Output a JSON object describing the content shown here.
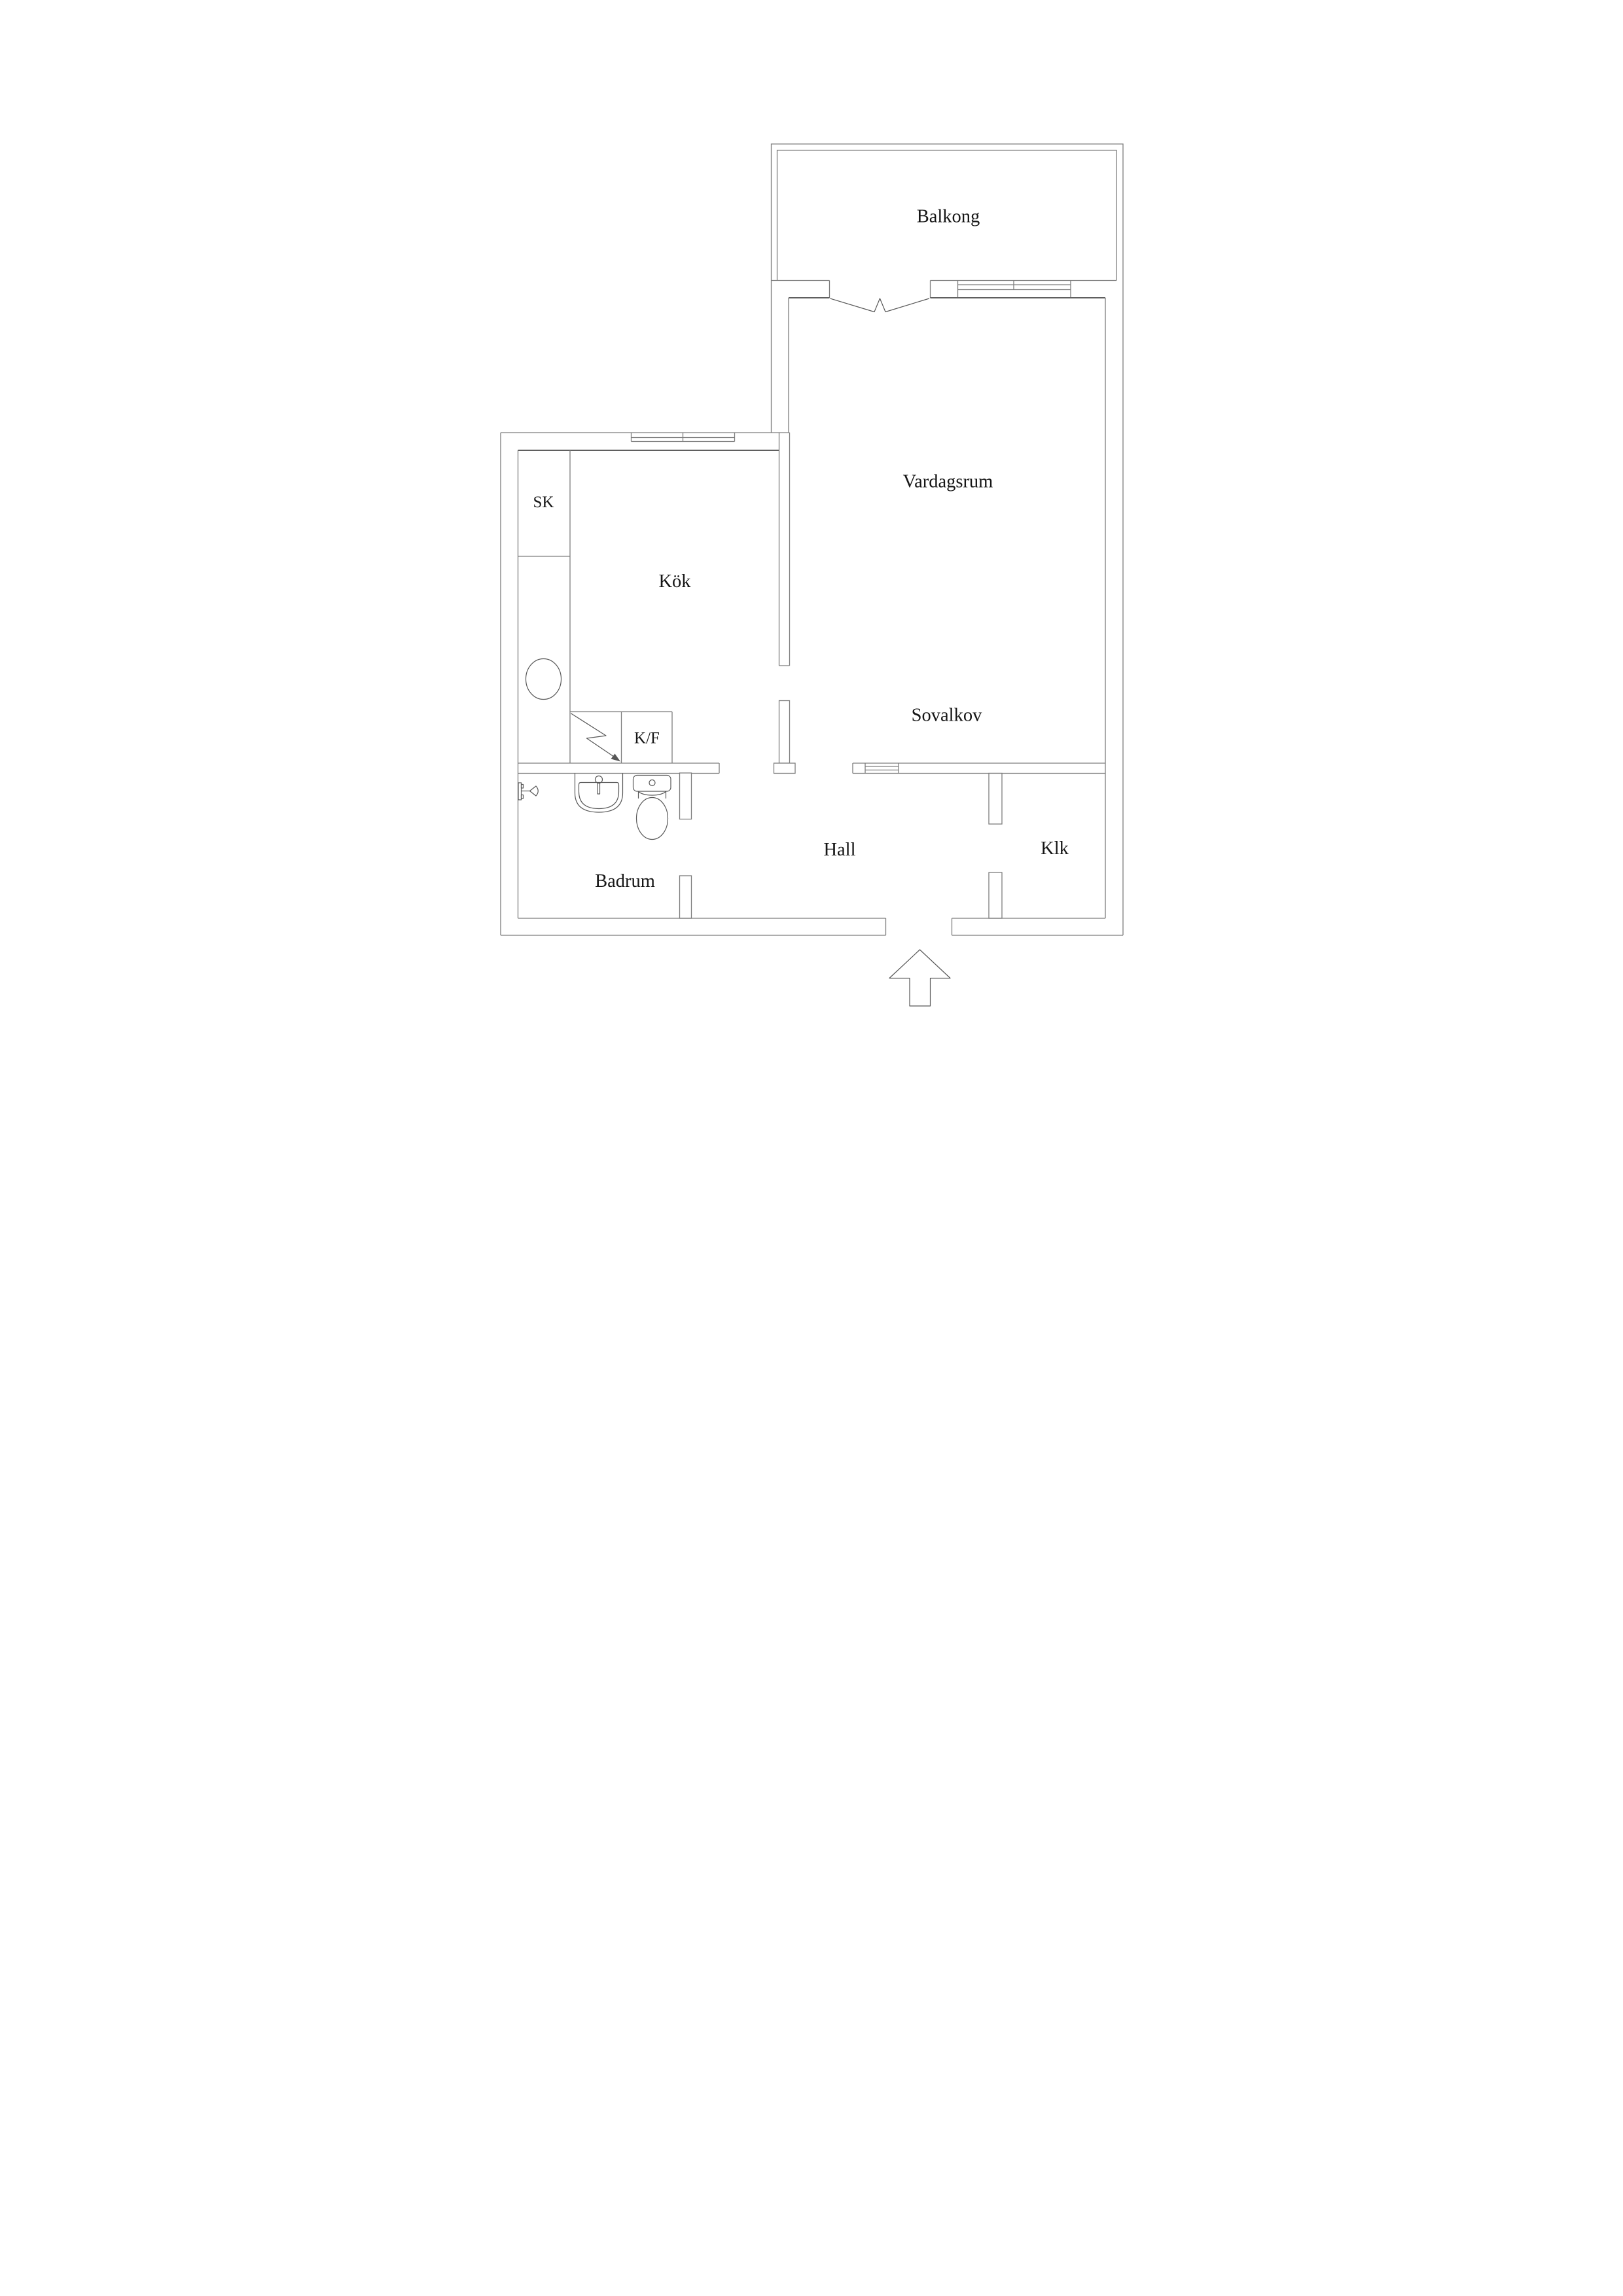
{
  "colors": {
    "background": "#ffffff",
    "wall_line": "#7d7d7d",
    "thick_wall_line": "#5f5f5f",
    "fixture_line": "#575757",
    "label_text": "#161616"
  },
  "rooms": [
    {
      "id": "balkong",
      "label": "Balkong"
    },
    {
      "id": "vardagsrum",
      "label": "Vardagsrum"
    },
    {
      "id": "kok",
      "label": "Kök"
    },
    {
      "id": "sk",
      "label": "SK"
    },
    {
      "id": "kf",
      "label": "K/F"
    },
    {
      "id": "sovalkov",
      "label": "Sovalkov"
    },
    {
      "id": "hall",
      "label": "Hall"
    },
    {
      "id": "klk",
      "label": "Klk"
    },
    {
      "id": "badrum",
      "label": "Badrum"
    }
  ],
  "fixtures": [
    {
      "name": "balcony-double-door-icon"
    },
    {
      "name": "window-icon"
    },
    {
      "name": "kitchen-window-icon"
    },
    {
      "name": "sink-round-icon"
    },
    {
      "name": "stove-lightning-icon"
    },
    {
      "name": "fridge-freezer-box-icon"
    },
    {
      "name": "shower-icon"
    },
    {
      "name": "washbasin-icon"
    },
    {
      "name": "toilet-icon"
    },
    {
      "name": "radiator-icon"
    },
    {
      "name": "entrance-arrow-icon"
    }
  ]
}
